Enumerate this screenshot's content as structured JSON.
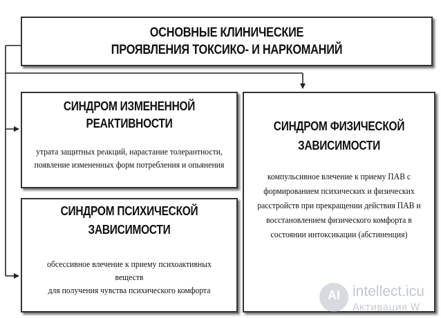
{
  "header": {
    "line1": "ОСНОВНЫЕ КЛИНИЧЕСКИЕ",
    "line2": "ПРОЯВЛЕНИЯ ТОКСИКО- И НАРКОМАНИЙ"
  },
  "syndromes": {
    "altered_reactivity": {
      "title_line1": "СИНДРОМ ИЗМЕНЕННОЙ",
      "title_line2": "РЕАКТИВНОСТИ",
      "desc_line1": "утрата защитных реакций, нарастание толерантности,",
      "desc_line2": "появление измененных форм потребления и опьянения"
    },
    "psychological_dependence": {
      "title_line1": "СИНДРОМ ПСИХИЧЕСКОЙ",
      "title_line2": "ЗАВИСИМОСТИ",
      "desc_line1": "обсессивное влечение к приему психоактивных веществ",
      "desc_line2": "для получения чувства психического комфорта"
    },
    "physical_dependence": {
      "title_line1": "СИНДРОМ ФИЗИЧЕСКОЙ",
      "title_line2": "ЗАВИСИМОСТИ",
      "desc_line1": "компульсивное влечение к приему ПАВ с",
      "desc_line2": "формированием психических и физических",
      "desc_line3": "расстройств при прекращении действия ПАВ и",
      "desc_line4": "восстановлением физического комфорта в",
      "desc_line5": "состоянии интоксикации (абстиненция)"
    }
  },
  "watermark": {
    "logo_letter": "AI",
    "site": "intellect.icu",
    "overlay": "Активация W"
  }
}
